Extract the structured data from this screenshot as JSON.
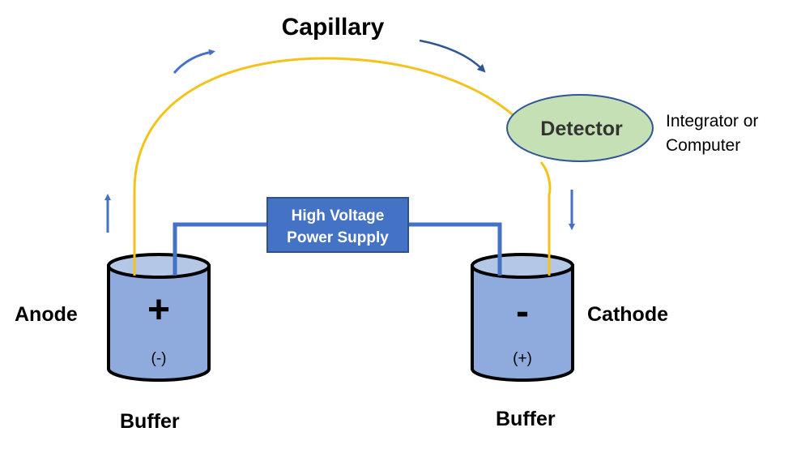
{
  "title": "Capillary Electrophoresis Schematic",
  "labels": {
    "capillary": "Capillary",
    "detector": "Detector",
    "integrator_line1": "Integrator or",
    "integrator_line2": "Computer",
    "power_supply_line1": "High Voltage",
    "power_supply_line2": "Power Supply",
    "anode": "Anode",
    "cathode": "Cathode",
    "buffer_left": "Buffer",
    "buffer_right": "Buffer"
  },
  "reservoirs": {
    "left": {
      "sign": "+",
      "charge": "(-)"
    },
    "right": {
      "sign": "-",
      "charge": "(+)"
    }
  },
  "flow_direction": [
    "up-left",
    "right-over-top",
    "down-right"
  ],
  "colors": {
    "capillary": "#f5c21b",
    "wire": "#4472c4",
    "arrow": "#4472c4",
    "arrow_dark": "#2f5597",
    "power_supply_fill": "#4472c4",
    "power_supply_border": "#2f528f",
    "power_supply_text": "#ffffff",
    "detector_fill": "#c5e0b4",
    "detector_border": "#2f5597",
    "detector_text": "#333333",
    "buffer_body": "#8faadc",
    "buffer_top": "#b4c7e7",
    "outline": "#000000"
  }
}
